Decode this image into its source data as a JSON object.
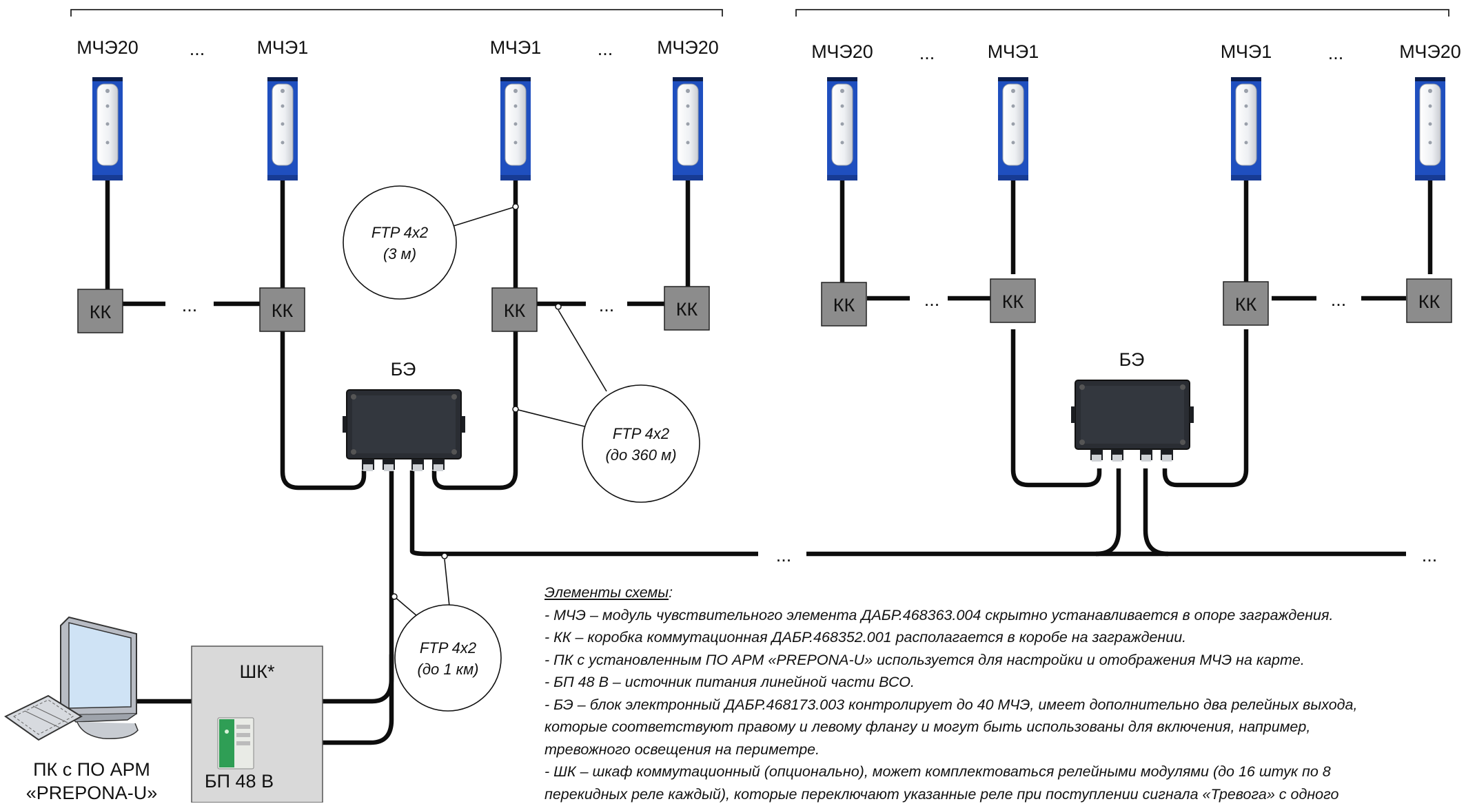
{
  "sensor_labels": {
    "mche20": "МЧЭ20",
    "mche1": "МЧЭ1",
    "ellipsis": "..."
  },
  "kk_label": "КК",
  "be_label": "БЭ",
  "shk_label": "ШК*",
  "psu_label": "БП 48 В",
  "pc_label_line1": "ПК с ПО АРМ",
  "pc_label_line2": "«PREPONA-U»",
  "ftp_callouts": [
    {
      "line1": "FTP 4x2",
      "line2": "(3 м)"
    },
    {
      "line1": "FTP 4x2",
      "line2": "(до 360 м)"
    },
    {
      "line1": "FTP 4x2",
      "line2": "(до 1 км)"
    }
  ],
  "legend": {
    "title": "Элементы схемы",
    "title_suffix": ":",
    "items": [
      "- МЧЭ – модуль чувствительного элемента ДАБР.468363.004 скрытно устанавливается в опоре заграждения.",
      "- КК – коробка коммутационная ДАБР.468352.001 располагается в коробе на заграждении.",
      "- ПК с установленным ПО АРМ «PREPONA-U» используется для настройки и отображения МЧЭ на карте.",
      "- БП 48 В – источник питания линейной части ВСО.",
      "- БЭ – блок электронный ДАБР.468173.003 контролирует до 40 МЧЭ, имеет дополнительно два релейных выхода,",
      "которые соответствуют правому и левому флангу и могут быть использованы для включения, например,",
      "тревожного освещения на периметре.",
      "- ШК – шкаф коммутационный (опционально), может комплектоваться релейными модулями (до 16 штук по 8",
      "перекидных реле каждый), которые переключают указанные реле при поступлении сигнала «Тревога» с одного"
    ]
  },
  "colors": {
    "cable": "#0d0d0d",
    "kk_fill": "#8c8c8c",
    "cabinet_fill": "#d9d9d9",
    "sensor_blue": "#1f4fbf"
  }
}
